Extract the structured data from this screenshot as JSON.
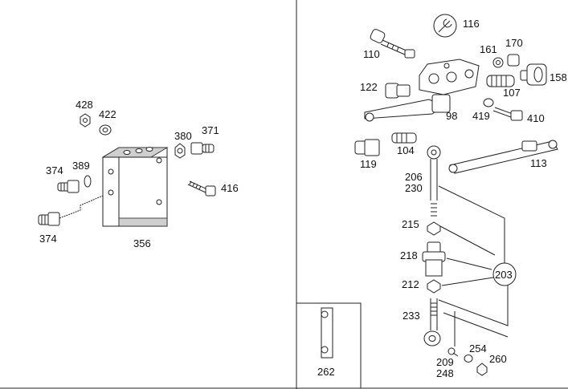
{
  "labels": {
    "p428": "428",
    "p422": "422",
    "p380": "380",
    "p371": "371",
    "p374a": "374",
    "p389": "389",
    "p374b": "374",
    "p416": "416",
    "p356": "356",
    "p116": "116",
    "p110": "110",
    "p161": "161",
    "p170": "170",
    "p158": "158",
    "p122": "122",
    "p107": "107",
    "p98": "98",
    "p419": "419",
    "p410": "410",
    "p119": "119",
    "p104": "104",
    "p113": "113",
    "p206": "206",
    "p230": "230",
    "p215": "215",
    "p218": "218",
    "p212": "212",
    "p203": "203",
    "p233": "233",
    "p254": "254",
    "p209": "209",
    "p260": "260",
    "p248": "248",
    "p262": "262"
  },
  "icons": {
    "tool_badge": "wrench-icon"
  }
}
